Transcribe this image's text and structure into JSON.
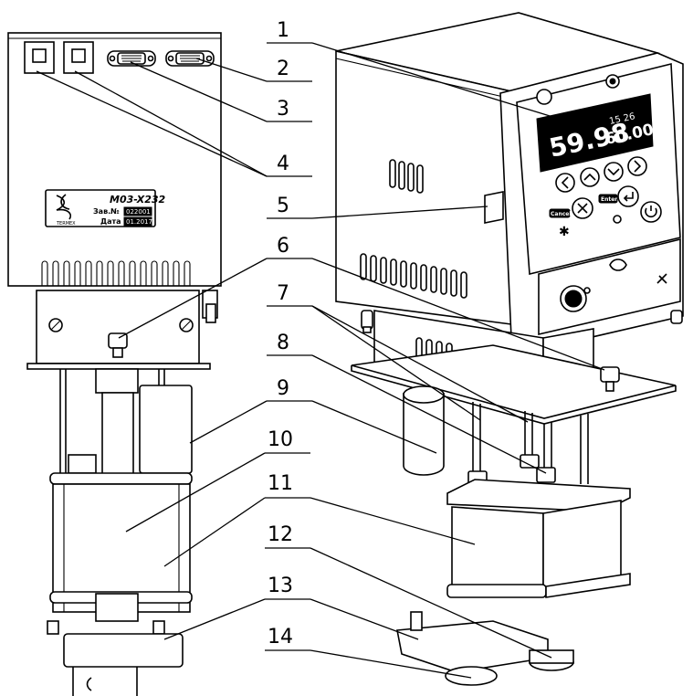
{
  "callouts": [
    "1",
    "2",
    "3",
    "4",
    "5",
    "6",
    "7",
    "8",
    "9",
    "10",
    "11",
    "12",
    "13",
    "14"
  ],
  "label_plate": {
    "model": "M03-X232",
    "serial_label": "Зав.№",
    "serial_value": "022001",
    "date_label": "Дата",
    "date_value": "01.2017",
    "brand": "TERMEX"
  },
  "display": {
    "main_value": "59.98",
    "time": "15 26",
    "set_value": "60.00"
  },
  "buttons": {
    "cancel": "Cancel",
    "enter": "Enter"
  }
}
